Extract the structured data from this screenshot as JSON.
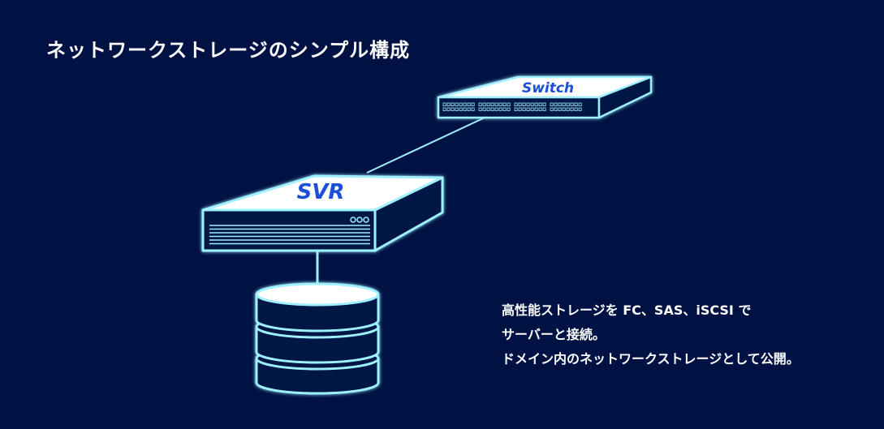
{
  "title": "ネットワークストレージのシンプル構成",
  "diagram": {
    "switch_label": "Switch",
    "server_label": "SVR"
  },
  "description": [
    "高性能ストレージを FC、SAS、iSCSI で",
    "サーバーと接続。",
    "ドメイン内のネットワークストレージとして公開。"
  ],
  "colors": {
    "background": "#001244",
    "outline": "#9ff0ff",
    "face": "#ffffff",
    "label": "#1a4fd6"
  }
}
